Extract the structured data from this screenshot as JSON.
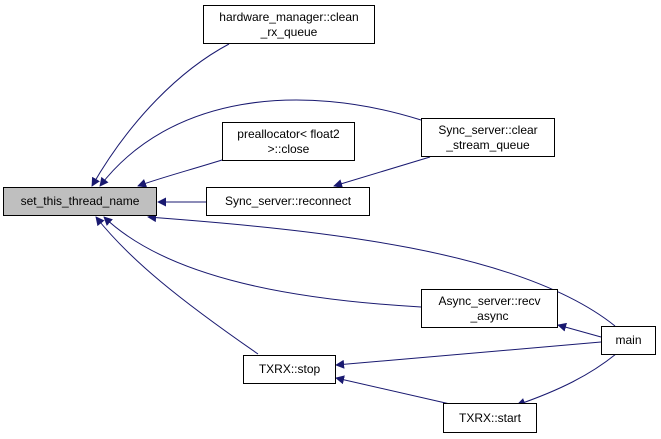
{
  "graph": {
    "edge_color": "#191970",
    "root_fill": "#bfbfbf",
    "nodes": {
      "root": {
        "line1": "set_this_thread_name"
      },
      "hw": {
        "line1": "hardware_manager::clean",
        "line2": "_rx_queue"
      },
      "pre": {
        "line1": "preallocator< float2",
        "line2": ">::close"
      },
      "reconnect": {
        "line1": "Sync_server::reconnect"
      },
      "clear": {
        "line1": "Sync_server::clear",
        "line2": "_stream_queue"
      },
      "recv": {
        "line1": "Async_server::recv",
        "line2": "_async"
      },
      "main": {
        "line1": "main"
      },
      "stop": {
        "line1": "TXRX::stop"
      },
      "start": {
        "line1": "TXRX::start"
      }
    }
  }
}
